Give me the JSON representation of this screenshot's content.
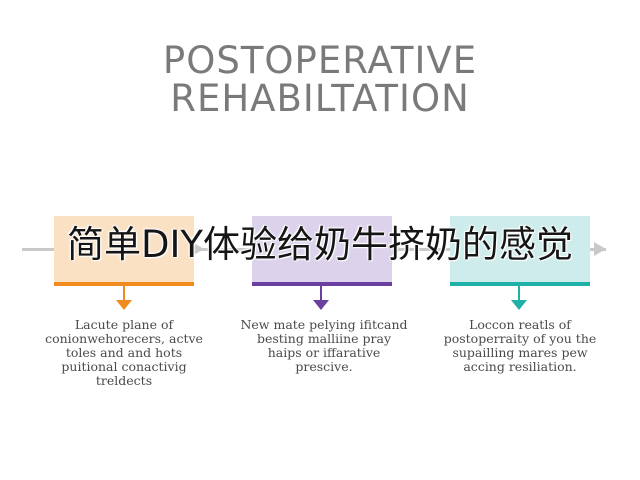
{
  "title": {
    "line1": "POSTOPERATIVE",
    "line2": "REHABILTATION"
  },
  "overlay_text": "简单DIY体验给奶牛挤奶的感觉",
  "steps": [
    {
      "caption": "Lacute plane of conionwehorecers, actve toles and and hots puitional conactivig treldects",
      "box_color": "#fbe1c4",
      "accent_color": "#f08c1e"
    },
    {
      "caption": "New mate pelying ifitcand besting malliine pray haips or iffarative prescive.",
      "box_color": "#dcd2ec",
      "accent_color": "#6a3fa0"
    },
    {
      "caption": "Loccon reatls of postoperraity of you the supailling mares pew accing resiliation.",
      "box_color": "#cdeceb",
      "accent_color": "#1fb0a8"
    }
  ],
  "colors": {
    "title": "#7a7a7a",
    "flow_line": "#c9c9c9",
    "caption": "#4a4a4a"
  }
}
